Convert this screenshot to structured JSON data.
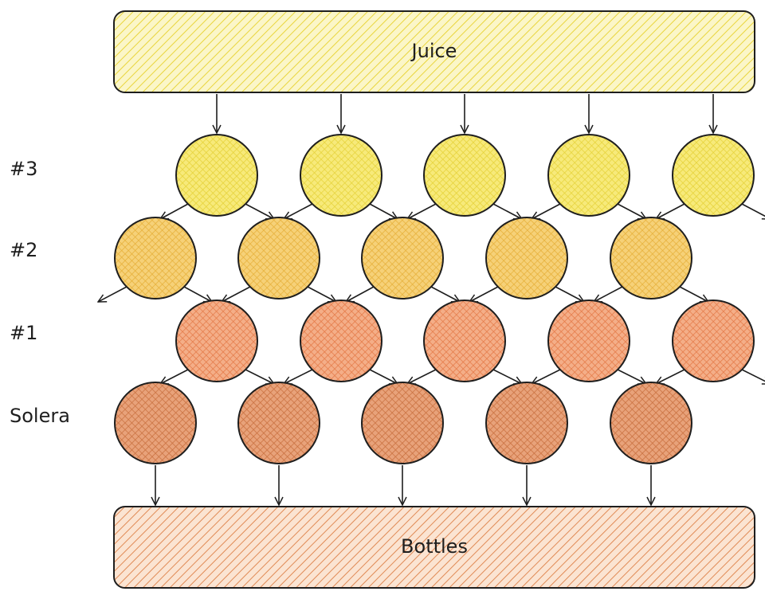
{
  "diagram": {
    "top_box": {
      "label": "Juice",
      "color": "#f5e96a"
    },
    "bottom_box": {
      "label": "Bottles",
      "color": "#e8976a"
    },
    "tiers": [
      {
        "label": "#3",
        "color": "#f5e050",
        "barrels": 5
      },
      {
        "label": "#2",
        "color": "#f2c04e",
        "barrels": 5
      },
      {
        "label": "#1",
        "color": "#ee955f",
        "barrels": 5
      },
      {
        "label": "Solera",
        "color": "#dc8a5a",
        "barrels": 5
      }
    ],
    "stroke_color": "#1e1e1e"
  }
}
